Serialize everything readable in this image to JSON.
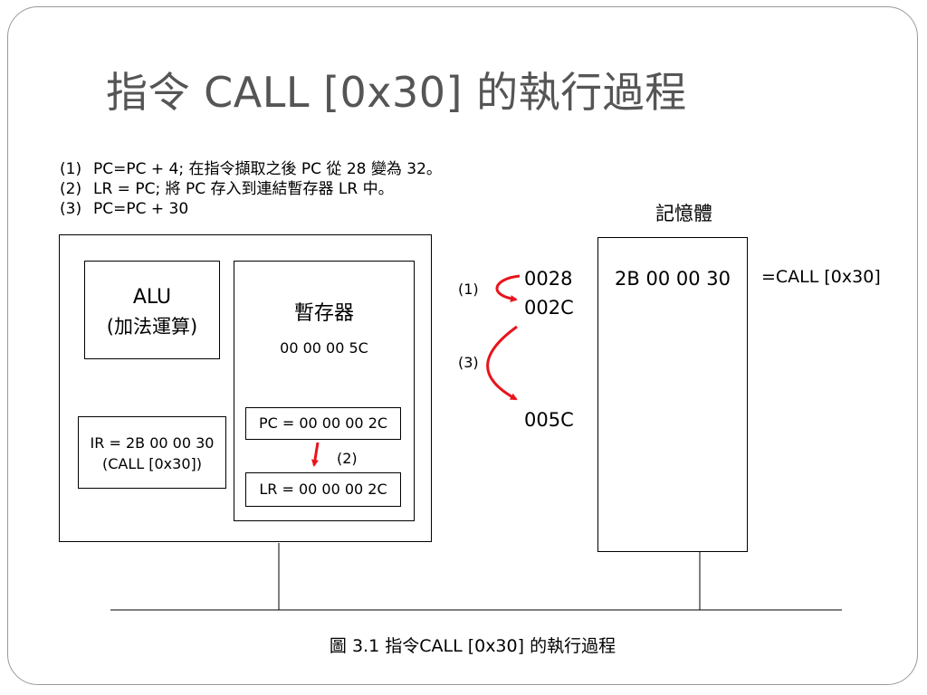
{
  "title": "指令 CALL [0x30] 的執行過程",
  "steps": [
    {
      "num": "(1)",
      "text": "PC=PC + 4; 在指令擷取之後 PC 從 28 變為 32。"
    },
    {
      "num": "(2)",
      "text": "LR = PC; 將 PC 存入到連結暫存器 LR 中。"
    },
    {
      "num": "(3)",
      "text": "PC=PC + 30"
    }
  ],
  "cpu": {
    "alu": {
      "line1": "ALU",
      "line2": "(加法運算)"
    },
    "ir": {
      "line1": "IR = 2B 00 00 30",
      "line2": "(CALL [0x30])"
    },
    "registers": {
      "title": "暫存器",
      "value": "00 00 00 5C",
      "pc": "PC = 00 00 00 2C",
      "lr": "LR = 00 00 00 2C",
      "arrow_label": "(2)"
    }
  },
  "addresses": {
    "a1": "0028",
    "a2": "002C",
    "a3": "005C",
    "label1": "(1)",
    "label3": "(3)"
  },
  "memory": {
    "title": "記憶體",
    "content": "2B 00 00 30",
    "annotation": "=CALL [0x30]"
  },
  "caption": "圖 3.1 指令CALL [0x30] 的執行過程",
  "colors": {
    "arrow": "#e8141c",
    "title": "#555555",
    "frame": "#9a9a9a"
  }
}
